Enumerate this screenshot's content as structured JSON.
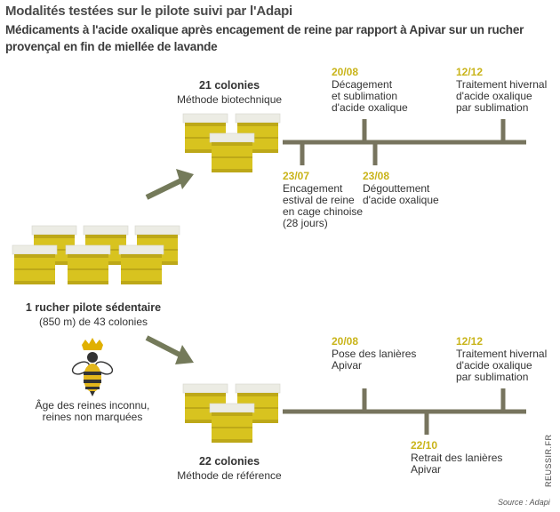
{
  "header": {
    "title": "Modalités testées sur le pilote suivi par l'Adapi",
    "subtitle": "Médicaments à l'acide oxalique après encagement de reine par rapport à Apivar sur un rucher provençal en fin de miellée de lavande"
  },
  "apiary": {
    "name": "1 rucher pilote sédentaire",
    "details": "(850 m) de 43 colonies"
  },
  "queen": {
    "note_line1": "Âge des reines inconnu,",
    "note_line2": "reines non marquées"
  },
  "group_top": {
    "count": "21 colonies",
    "method": "Méthode biotechnique",
    "events": [
      {
        "date": "23/07",
        "lines": [
          "Encagement",
          "estival de reine",
          "en cage chinoise",
          "(28 jours)"
        ]
      },
      {
        "date": "20/08",
        "lines": [
          "Décagement",
          "et sublimation",
          "d'acide oxalique"
        ]
      },
      {
        "date": "23/08",
        "lines": [
          "Dégouttement",
          "d'acide oxalique"
        ]
      },
      {
        "date": "12/12",
        "lines": [
          "Traitement hivernal",
          "d'acide oxalique",
          "par sublimation"
        ]
      }
    ]
  },
  "group_bottom": {
    "count": "22 colonies",
    "method": "Méthode de référence",
    "events": [
      {
        "date": "20/08",
        "lines": [
          "Pose des lanières",
          "Apivar"
        ]
      },
      {
        "date": "22/10",
        "lines": [
          "Retrait des lanières",
          "Apivar"
        ]
      },
      {
        "date": "12/12",
        "lines": [
          "Traitement hivernal",
          "d'acide oxalique",
          "par sublimation"
        ]
      }
    ]
  },
  "credit": "REUSSIR.FR",
  "source": "Source : Adapi",
  "colors": {
    "hive_body": "#d8c31f",
    "hive_dark": "#bda818",
    "hive_lid": "#ecece4",
    "timeline": "#77745e",
    "arrow": "#747a5a",
    "date": "#c9b41a"
  }
}
